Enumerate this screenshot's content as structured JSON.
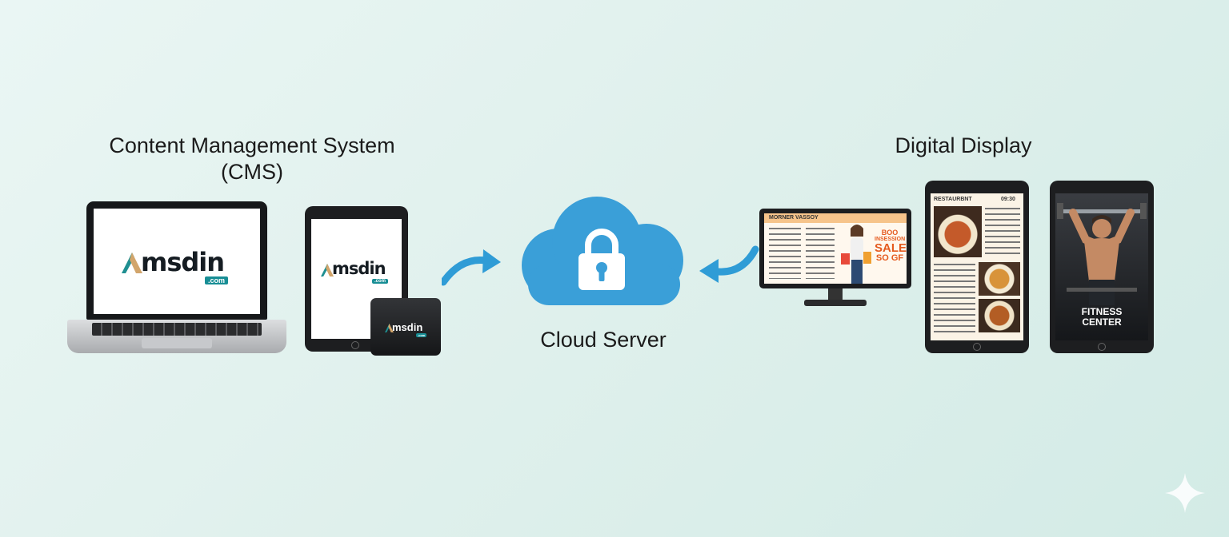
{
  "cms": {
    "heading_line1": "Content Management System",
    "heading_line2": "(CMS)",
    "logo_text": "msdin",
    "logo_domain": ".com"
  },
  "cloud": {
    "label": "Cloud Server"
  },
  "display": {
    "heading": "Digital Display"
  },
  "screens": {
    "retail_header": "MORNER VASSOY",
    "retail_promo_1": "BOO",
    "retail_promo_2": "INSESSION",
    "retail_promo_3": "SALE",
    "retail_promo_4": "SO GF",
    "restaurant_title": "RESTAURBNT",
    "restaurant_time": "09:30",
    "fitness_line1": "FITNESS",
    "fitness_line2": "CENTER"
  },
  "colors": {
    "cloud": "#3a9fd8",
    "arrow": "#2f9cd6",
    "logo_accent": "#1f8f91",
    "logo_tan": "#d2a56b"
  }
}
